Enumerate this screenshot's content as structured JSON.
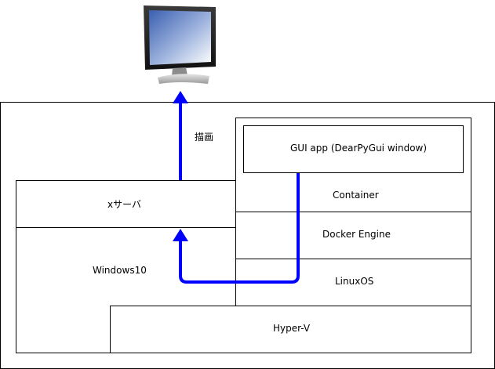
{
  "diagram": {
    "draw_label": "描画",
    "xserver_label": "xサーバ",
    "windows_label": "Windows10",
    "container_label": "Container",
    "gui_app_label": "GUI app (DearPyGui window)",
    "docker_engine_label": "Docker Engine",
    "linuxos_label": "LinuxOS",
    "hyperv_label": "Hyper-V",
    "arrow_color": "#0000ff",
    "monitor_icon": "monitor-icon"
  }
}
